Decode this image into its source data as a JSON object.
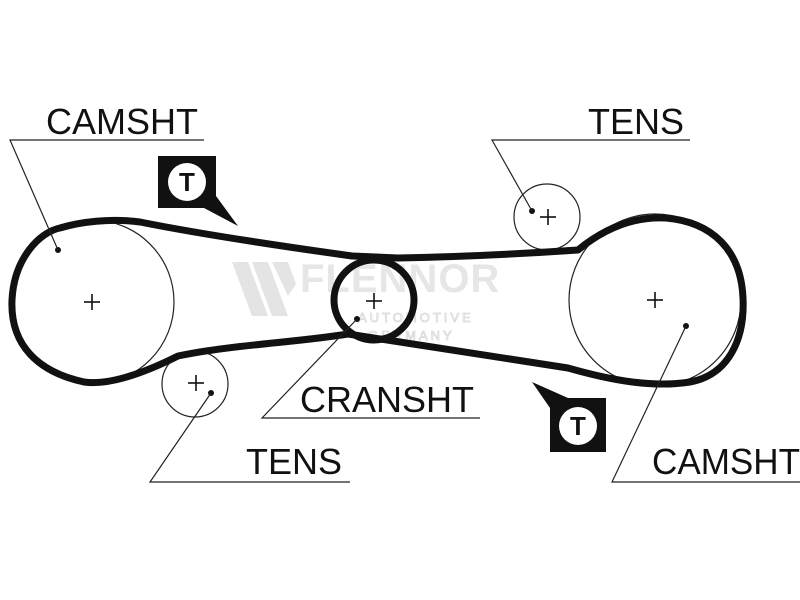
{
  "labels": {
    "camshaft_left": "CAMSHT",
    "tensioner_top": "TENS",
    "crankshaft": "CRANSHT",
    "tensioner_bottom": "TENS",
    "camshaft_right": "CAMSHT"
  },
  "timing_mark": "T",
  "watermark": {
    "brand": "FLENNOR",
    "line1": "AUTOMOTIVE",
    "line2": "GERMANY"
  }
}
